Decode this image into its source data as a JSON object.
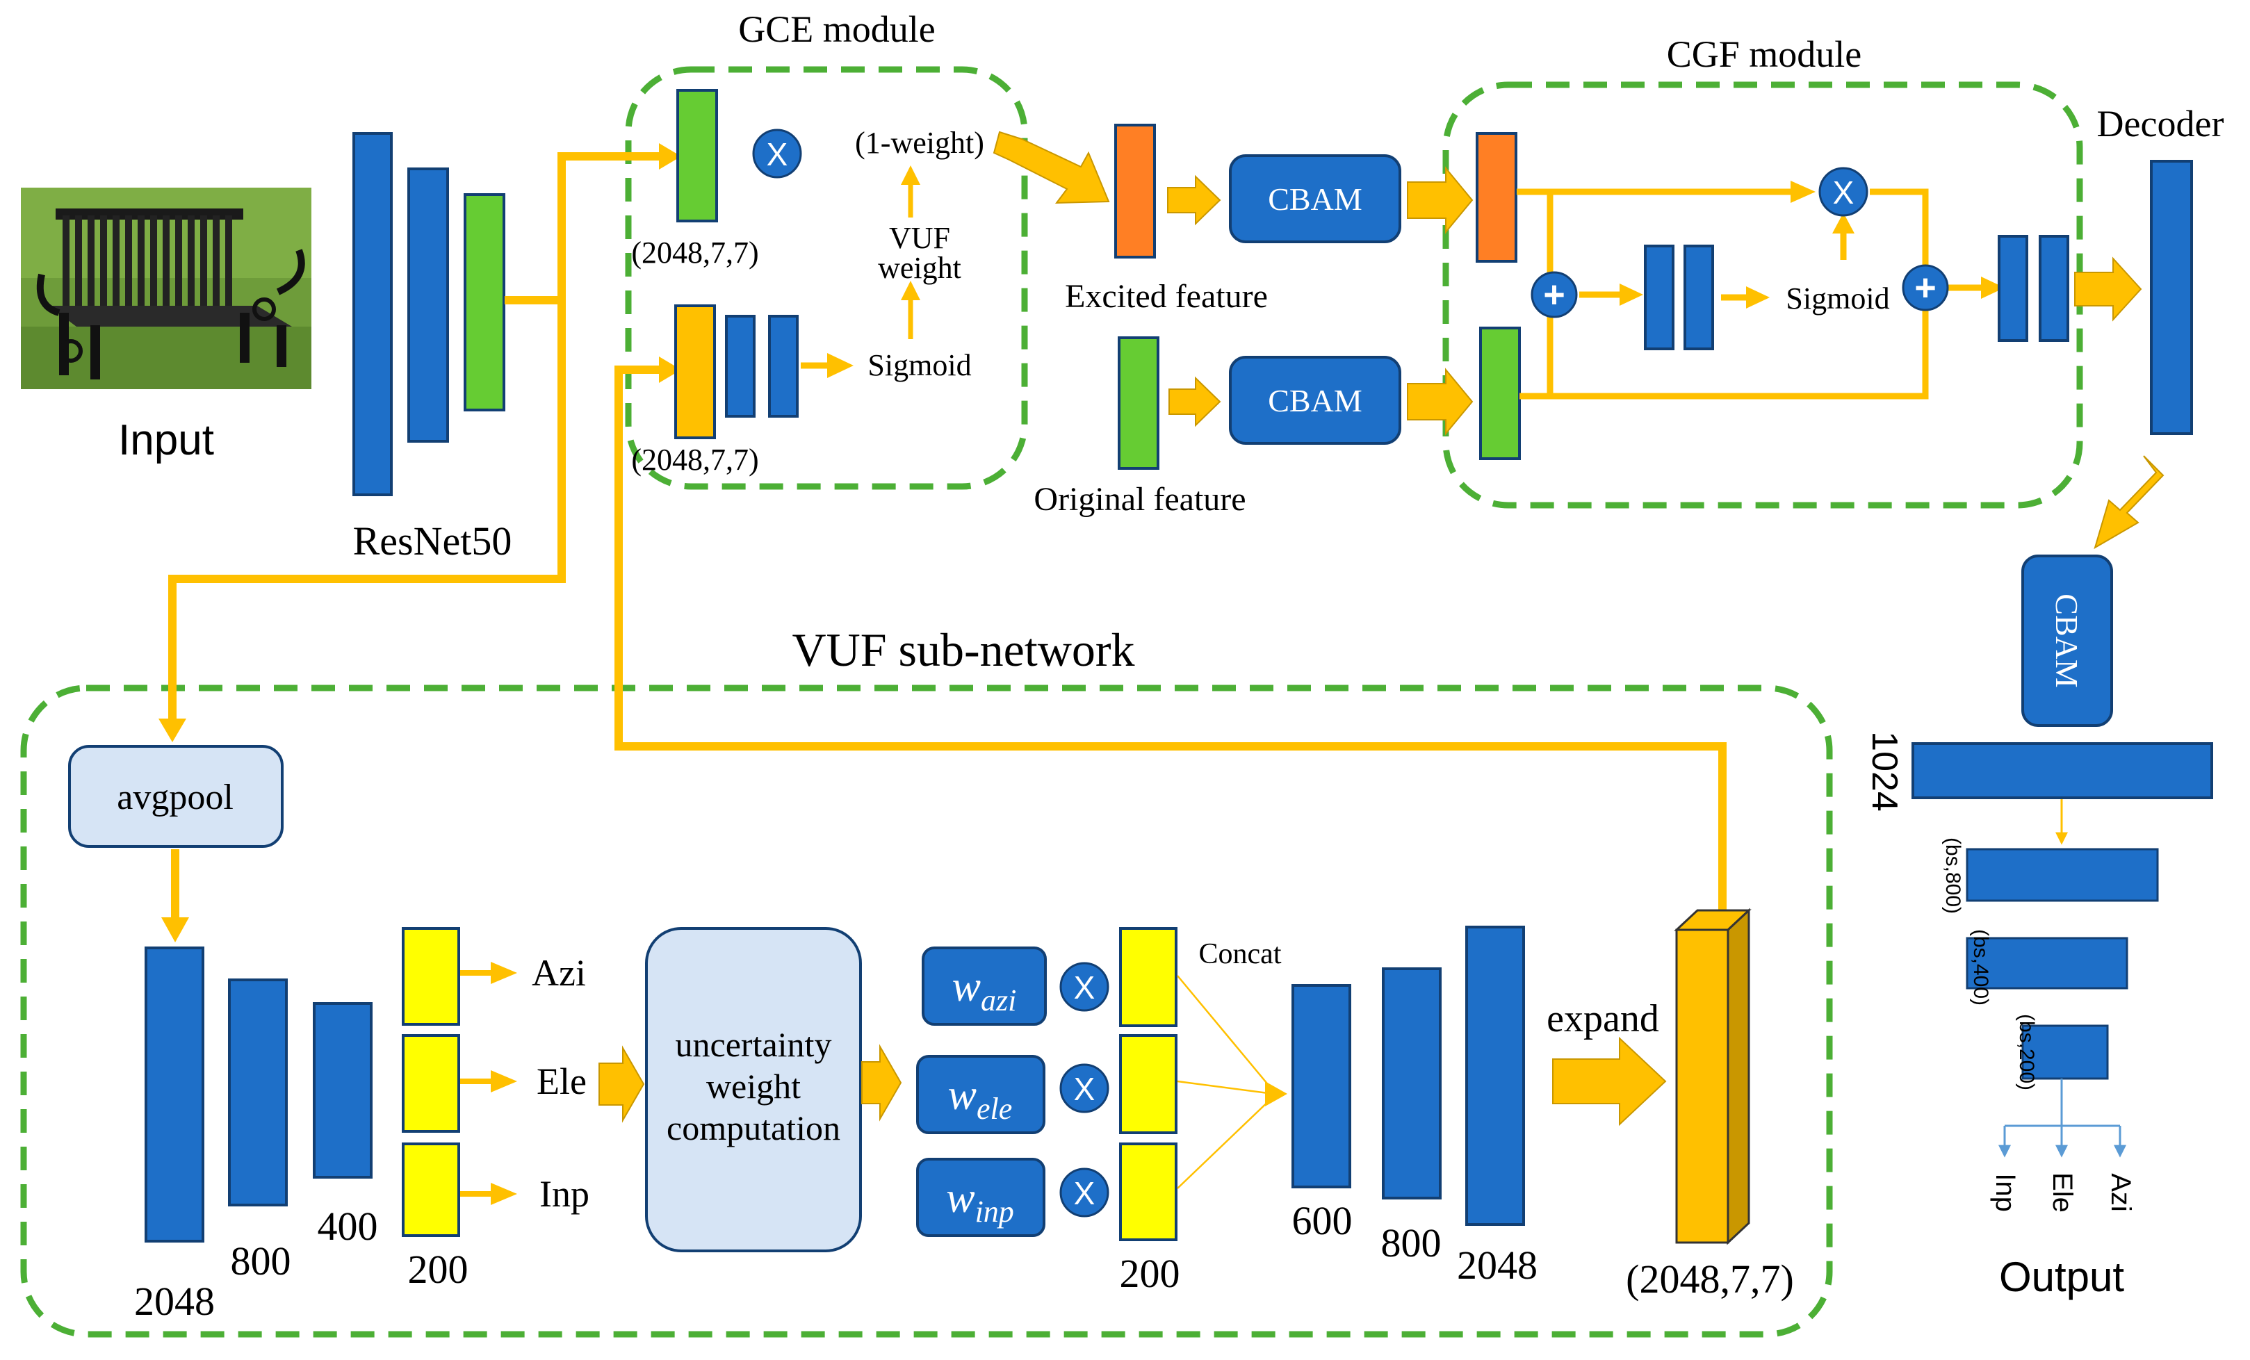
{
  "input": {
    "label": "Input"
  },
  "backbone": {
    "label": "ResNet50"
  },
  "gce": {
    "title": "GCE module",
    "feature_dim_top": "(2048,7,7)",
    "feature_dim_bottom": "(2048,7,7)",
    "one_minus_weight": "(1-weight)",
    "vuf_weight_line1": "VUF",
    "vuf_weight_line2": "weight",
    "sigmoid": "Sigmoid",
    "multiply_symbol": "X"
  },
  "middle": {
    "excited_feature": "Excited feature",
    "original_feature": "Original feature",
    "cbam_top": "CBAM",
    "cbam_bottom": "CBAM"
  },
  "cgf": {
    "title": "CGF module",
    "sigmoid": "Sigmoid",
    "multiply_symbol": "X",
    "plus_symbol": "+"
  },
  "decoder": {
    "label": "Decoder",
    "cbam": "CBAM",
    "fc_1024": "1024",
    "fc_800": "(bs,800)",
    "fc_400": "(bs,400)",
    "fc_200": "(bs,200)",
    "out_inp": "Inp",
    "out_ele": "Ele",
    "out_azi": "Azi",
    "output_label": "Output"
  },
  "vuf": {
    "title": "VUF sub-network",
    "avgpool": "avgpool",
    "dim_2048": "2048",
    "dim_800": "800",
    "dim_400": "400",
    "dim_200": "200",
    "azi": "Azi",
    "ele": "Ele",
    "inp": "Inp",
    "uwc_line1": "uncertainty",
    "uwc_line2": "weight",
    "uwc_line3": "computation",
    "w_azi_base": "w",
    "w_azi_sub": "azi",
    "w_ele_base": "w",
    "w_ele_sub": "ele",
    "w_inp_base": "w",
    "w_inp_sub": "inp",
    "multiply_symbol": "X",
    "concat": "Concat",
    "concat_dim": "200",
    "fc_600": "600",
    "fc_800": "800",
    "fc_2048": "2048",
    "expand": "expand",
    "expand_dim": "(2048,7,7)"
  },
  "colors": {
    "block_blue": "#1E6FC8",
    "block_stroke": "#123F73",
    "green_feature": "#66CC33",
    "orange_feature": "#FF7F24",
    "amber_feature": "#FFC000",
    "yellow_feature": "#FFFF00",
    "arrow": "#FFC000",
    "dashed_border": "#4CAF35",
    "light_box": "#D6E4F5",
    "light_blue_arrow": "#5B9BD5"
  }
}
